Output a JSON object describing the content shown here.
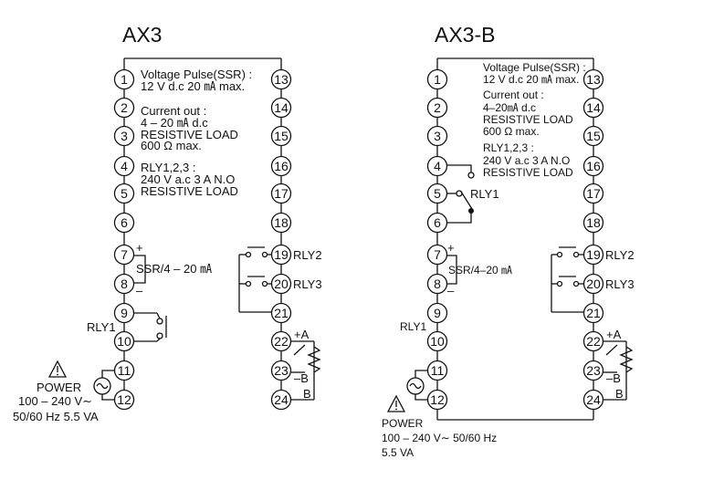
{
  "colors": {
    "line": "#111111",
    "background": "#ffffff"
  },
  "ax3": {
    "title": "AX3",
    "left_terminals": [
      "1",
      "2",
      "3",
      "4",
      "5",
      "6",
      "7",
      "8",
      "9",
      "10",
      "11",
      "12"
    ],
    "right_terminals": [
      "13",
      "14",
      "15",
      "16",
      "17",
      "18",
      "19",
      "20",
      "21",
      "22",
      "23",
      "24"
    ],
    "notes": [
      "Voltage Pulse(SSR) :",
      "12 V d.c 20 ㎃ max.",
      "Current out :",
      "4 – 20 ㎃ d.c",
      "RESISTIVE LOAD",
      "600 Ω  max.",
      "RLY1,2,3 :",
      "240 V a.c 3 A N.O",
      "RESISTIVE LOAD"
    ],
    "plus": "+",
    "minus": "–",
    "ssr_label": "SSR/4 – 20 ㎃",
    "rly1_label": "RLY1",
    "rly2_label": "RLY2",
    "rly3_label": "RLY3",
    "power_label": "POWER",
    "power_voltage": "100 – 240 V∼",
    "power_freq": "50/60 Hz 5.5 VA",
    "warning_icon": "warning-triangle-icon",
    "rtd_a": "+A",
    "rtd_b1": "–B",
    "rtd_b2": "B"
  },
  "ax3b": {
    "title": "AX3-B",
    "left_terminals": [
      "1",
      "2",
      "3",
      "4",
      "5",
      "6",
      "7",
      "8",
      "9",
      "10",
      "11",
      "12"
    ],
    "right_terminals": [
      "13",
      "14",
      "15",
      "16",
      "17",
      "18",
      "19",
      "20",
      "21",
      "22",
      "23",
      "24"
    ],
    "notes": [
      "Voltage Pulse(SSR) :",
      "12 V d.c 20 ㎃ max.",
      "Current out :",
      "4–20㎃ d.c",
      "RESISTIVE LOAD",
      "600 Ω max.",
      "RLY1,2,3 :",
      "240 V a.c 3 A N.O",
      "RESISTIVE LOAD"
    ],
    "plus": "+",
    "minus": "–",
    "ssr_label": "SSR/4–20 ㎃",
    "rly1_label": "RLY1",
    "rly1_bottom_label": "RLY1",
    "rly2_label": "RLY2",
    "rly3_label": "RLY3",
    "power_label": "POWER",
    "power_line1": "100 – 240 V∼ 50/60 Hz",
    "power_line2": "5.5 VA",
    "warning_icon": "warning-triangle-icon",
    "rtd_a": "+A",
    "rtd_b1": "–B",
    "rtd_b2": "B"
  }
}
